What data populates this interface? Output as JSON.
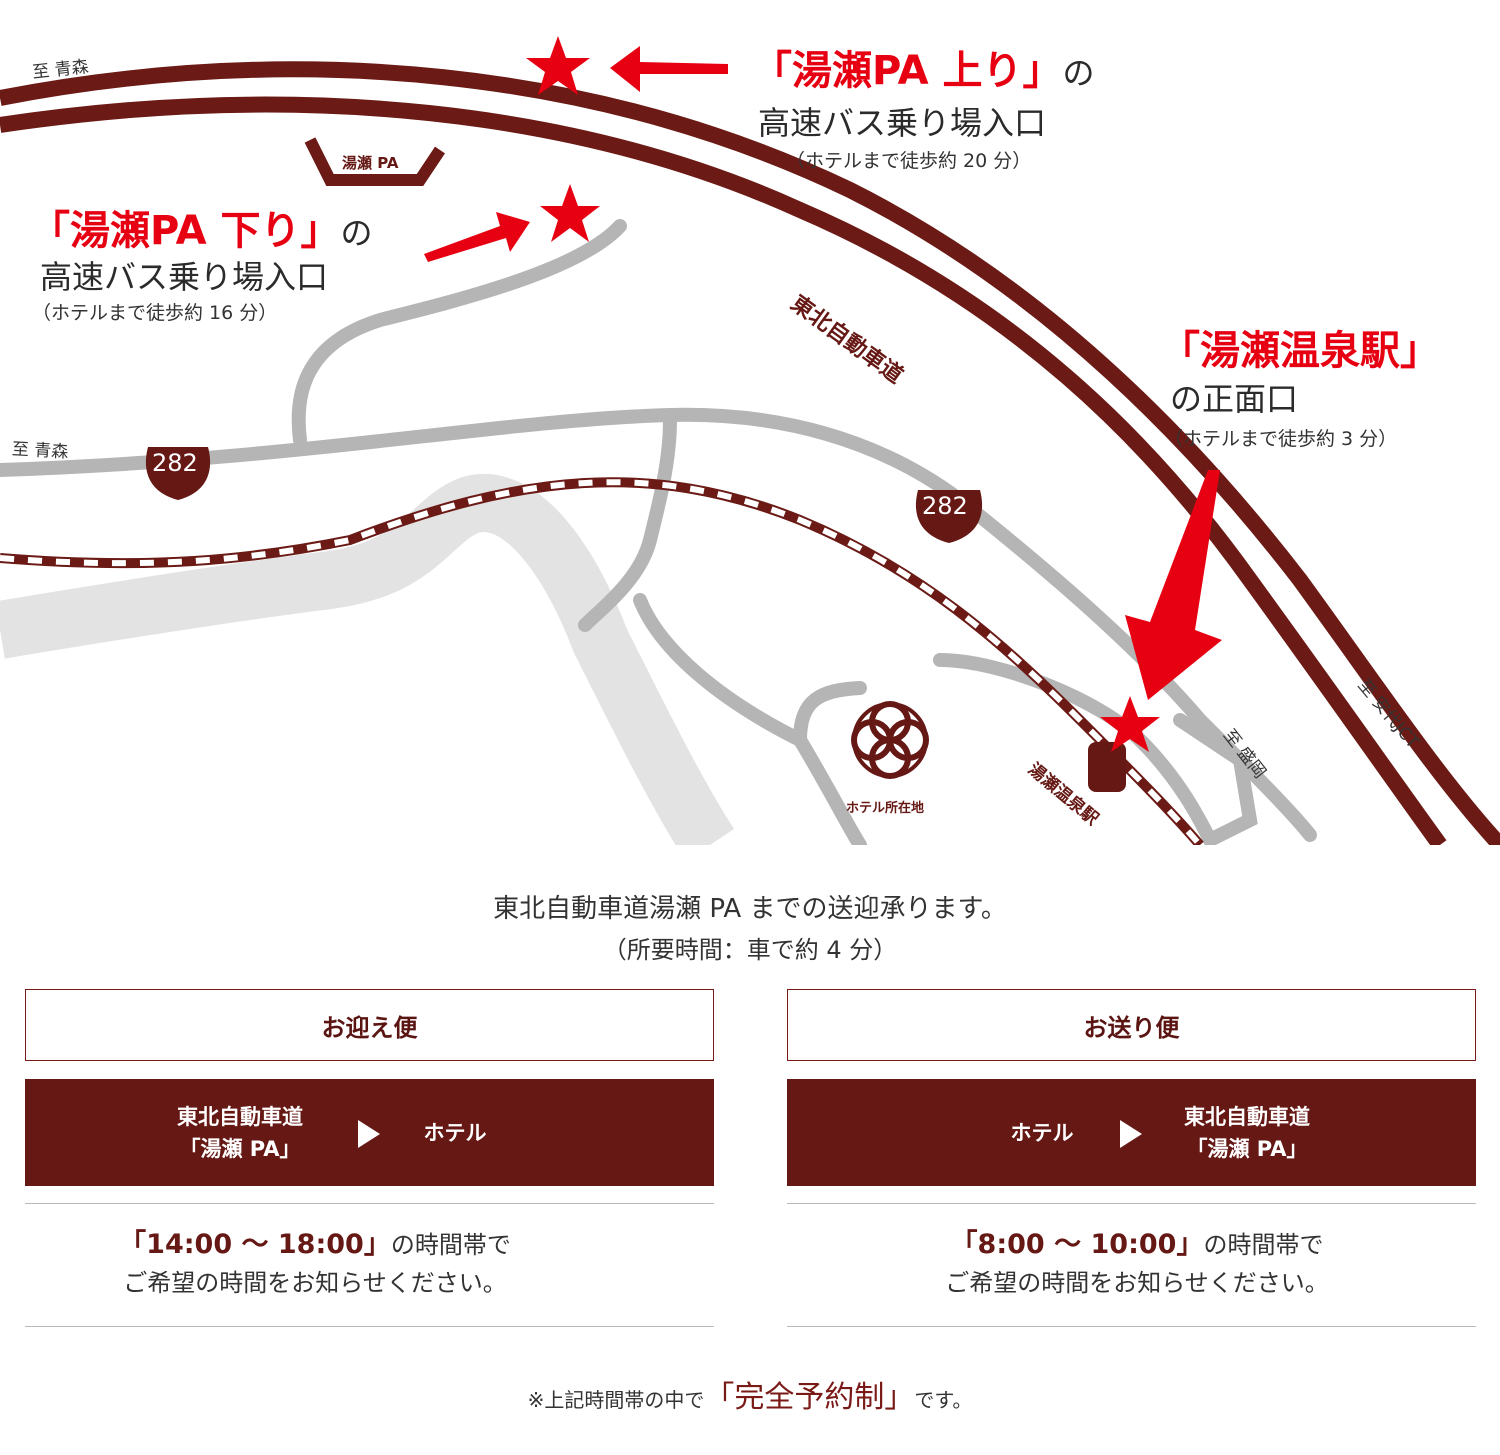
{
  "map": {
    "pa_up": {
      "title": "「湯瀬PA 上り」",
      "title_suffix": "の",
      "line2": "高速バス乗り場入口",
      "line3": "（ホテルまで徒歩約 20 分）"
    },
    "pa_down": {
      "title": "「湯瀬PA 下り」",
      "title_suffix": "の",
      "line2": "高速バス乗り場入口",
      "line3": "（ホテルまで徒歩約 16 分）"
    },
    "station": {
      "title": "「湯瀬温泉駅」",
      "line2": "の正面口",
      "line3": "（ホテルまで徒歩約 3 分）"
    },
    "labels": {
      "to_aomori_top": "至 青森",
      "to_aomori_mid": "至 青森",
      "yuze_pa": "湯瀬 PA",
      "expressway": "東北自動車道",
      "route_no_1": "282",
      "route_no_2": "282",
      "to_morioka": "至 盛岡",
      "to_ashiro_jct": "至 安代JCT",
      "station_name": "湯瀬温泉駅",
      "hotel_location": "ホテル所在地"
    },
    "colors": {
      "expressway": "#6b1a15",
      "road": "#b5b5b5",
      "river": "#e3e3e3",
      "star": "#e60012",
      "arrow": "#e60012"
    }
  },
  "intro": {
    "line1": "東北自動車道湯瀬 PA までの送迎承ります。",
    "line2": "（所要時間：車で約 4 分）"
  },
  "pickup": {
    "title": "お迎え便",
    "from_line1": "東北自動車道",
    "from_line2": "「湯瀬 PA」",
    "to": "ホテル",
    "time_range": "「14:00 ～ 18:00」",
    "time_suffix": "の時間帯で",
    "time_line2": "ご希望の時間をお知らせください。"
  },
  "dropoff": {
    "title": "お送り便",
    "from": "ホテル",
    "to_line1": "東北自動車道",
    "to_line2": "「湯瀬 PA」",
    "time_range": "「8:00 ～ 10:00」",
    "time_suffix": "の時間帯で",
    "time_line2": "ご希望の時間をお知らせください。"
  },
  "footer": {
    "prefix": "※上記時間帯の中で",
    "highlight": "「完全予約制」",
    "suffix": "です。"
  }
}
